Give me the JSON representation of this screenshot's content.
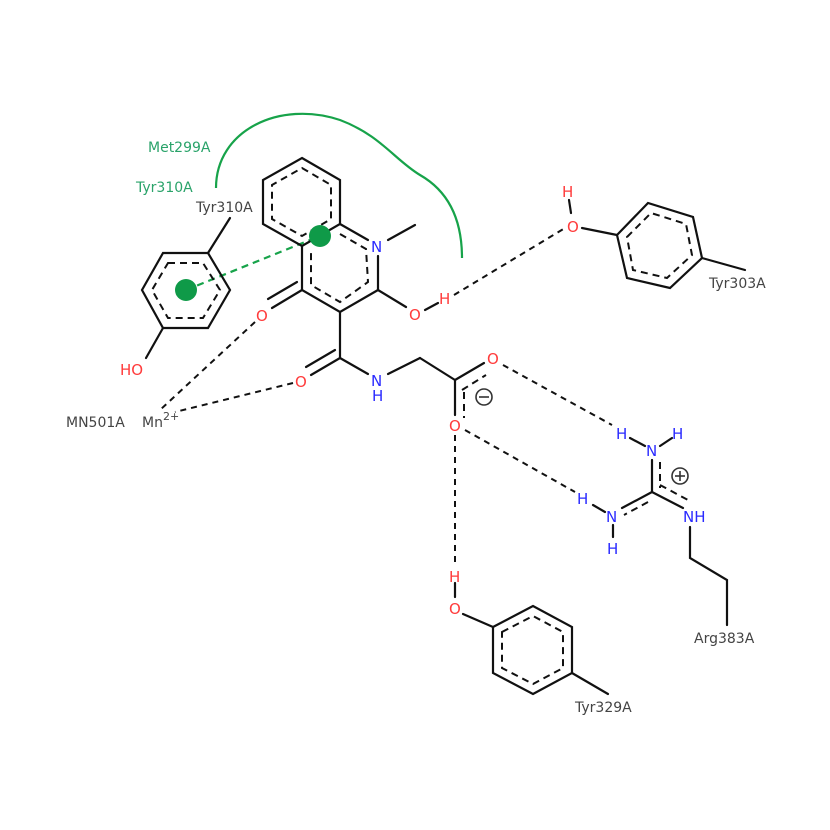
{
  "colors": {
    "carbon_bond": "#111111",
    "oxygen": "#ff3b3b",
    "nitrogen": "#2a2aff",
    "hydrophobic": "#17a34a",
    "residue_label": "#444444",
    "hydrophobic_label": "#2aa36a"
  },
  "ligand": {
    "atoms": {
      "n_ring": "N",
      "o_hydroxyl": "O",
      "h_hydroxyl": "H",
      "o_keto": "O",
      "o_amide": "O",
      "n_amide": "N",
      "h_amide": "H",
      "o_carboxyl_top": "O",
      "o_carboxyl_bottom": "O"
    },
    "negative_charge": "⊖"
  },
  "residues": {
    "met299": {
      "label": "Met299A"
    },
    "tyr310_hydrophobic": {
      "label": "Tyr310A"
    },
    "tyr310": {
      "label": "Tyr310A",
      "ho": "HO"
    },
    "mn501": {
      "label": "MN501A",
      "ion": "Mn",
      "charge": "2+"
    },
    "tyr303": {
      "label": "Tyr303A",
      "o": "O",
      "h": "H"
    },
    "tyr329": {
      "label": "Tyr329A",
      "o": "O",
      "h": "H"
    },
    "arg383": {
      "label": "Arg383A",
      "n_top": "N",
      "h_top_left": "H",
      "h_top_right": "H",
      "n_left": "N",
      "h_left": "H",
      "h_left_bottom": "H",
      "nh_right": "NH",
      "positive_charge": "⊕"
    }
  },
  "interactions": [
    {
      "type": "pi-pi stacking",
      "from": "Tyr310A ring",
      "to": "ligand quinoline ring"
    },
    {
      "type": "hydrophobic",
      "residues": [
        "Met299A",
        "Tyr310A"
      ]
    },
    {
      "type": "hydrogen bond",
      "from": "ligand OH",
      "to": "Tyr303A O"
    },
    {
      "type": "metal coordination",
      "from": "Mn2+",
      "to": "ligand keto O"
    },
    {
      "type": "metal coordination",
      "from": "Mn2+",
      "to": "ligand amide O"
    },
    {
      "type": "salt bridge / H-bond",
      "from": "ligand carboxylate O",
      "to": "Arg383A NH"
    },
    {
      "type": "salt bridge / H-bond",
      "from": "ligand carboxylate O",
      "to": "Arg383A NH2"
    },
    {
      "type": "hydrogen bond",
      "from": "ligand carboxylate O",
      "to": "Tyr329A OH"
    }
  ]
}
